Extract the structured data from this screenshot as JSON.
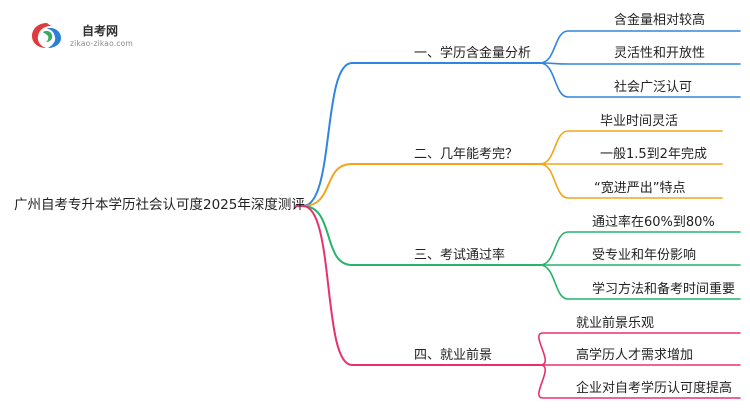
{
  "logo": {
    "name": "自考网",
    "url": "zikao-zikao.com"
  },
  "mindmap": {
    "root": "广州自考专升本学历社会认可度2025年深度测评",
    "branches": [
      {
        "label": "一、学历含金量分析",
        "color": "#2f86e0",
        "children": [
          "含金量相对较高",
          "灵活性和开放性",
          "社会广泛认可"
        ]
      },
      {
        "label": "二、几年能考完？",
        "color": "#f2a51a",
        "children": [
          "毕业时间灵活",
          "一般1.5到2年完成",
          "“宽进严出”特点"
        ]
      },
      {
        "label": "三、考试通过率",
        "color": "#25b46a",
        "children": [
          "通过率在60%到80%",
          "受专业和年份影响",
          "学习方法和备考时间重要"
        ]
      },
      {
        "label": "四、就业前景",
        "color": "#e8306e",
        "children": [
          "就业前景乐观",
          "高学历人才需求增加",
          "企业对自考学历认可度提高"
        ]
      }
    ]
  }
}
